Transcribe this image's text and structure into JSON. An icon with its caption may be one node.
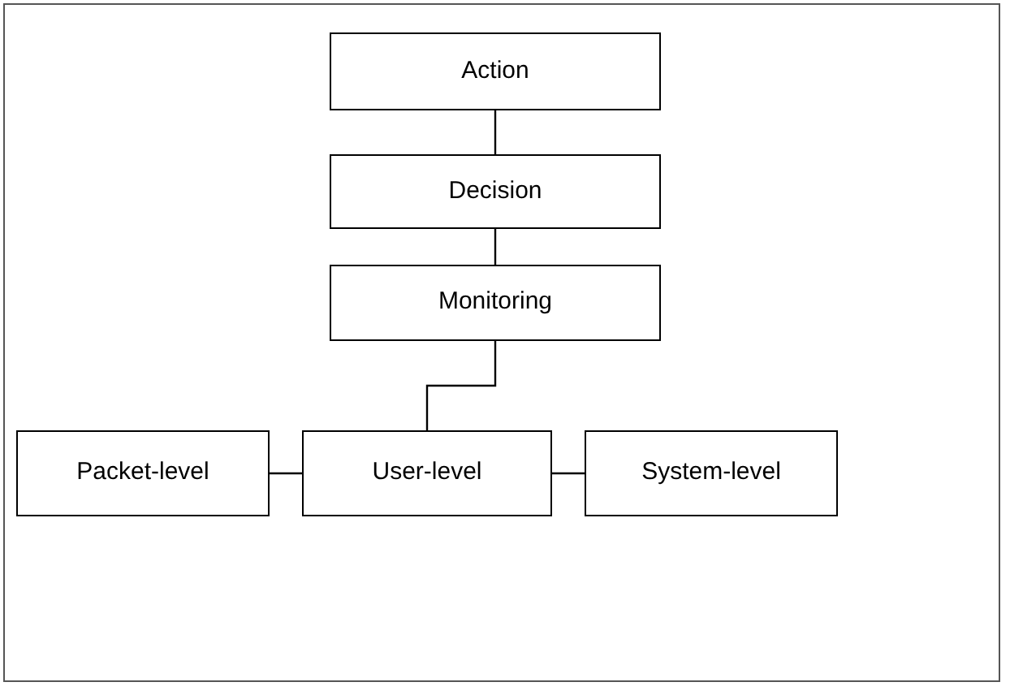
{
  "diagram": {
    "nodes": [
      {
        "text": [
          "Action"
        ]
      },
      {
        "text": [
          "Decision"
        ]
      },
      {
        "text": [
          "Monitoring"
        ]
      },
      {
        "text": [
          "Packet-level"
        ]
      },
      {
        "text": [
          "User-level"
        ]
      },
      {
        "text": [
          "System-level"
        ]
      }
    ],
    "edges": [
      {
        "from": 0,
        "to": 1,
        "arrow": "none"
      },
      {
        "from": 1,
        "to": 2,
        "arrow": "none"
      },
      {
        "from": 2,
        "to": 4,
        "arrow": "none"
      },
      {
        "from": 3,
        "to": 4,
        "arrow": "none"
      },
      {
        "from": 4,
        "to": 5,
        "arrow": "none"
      }
    ]
  }
}
